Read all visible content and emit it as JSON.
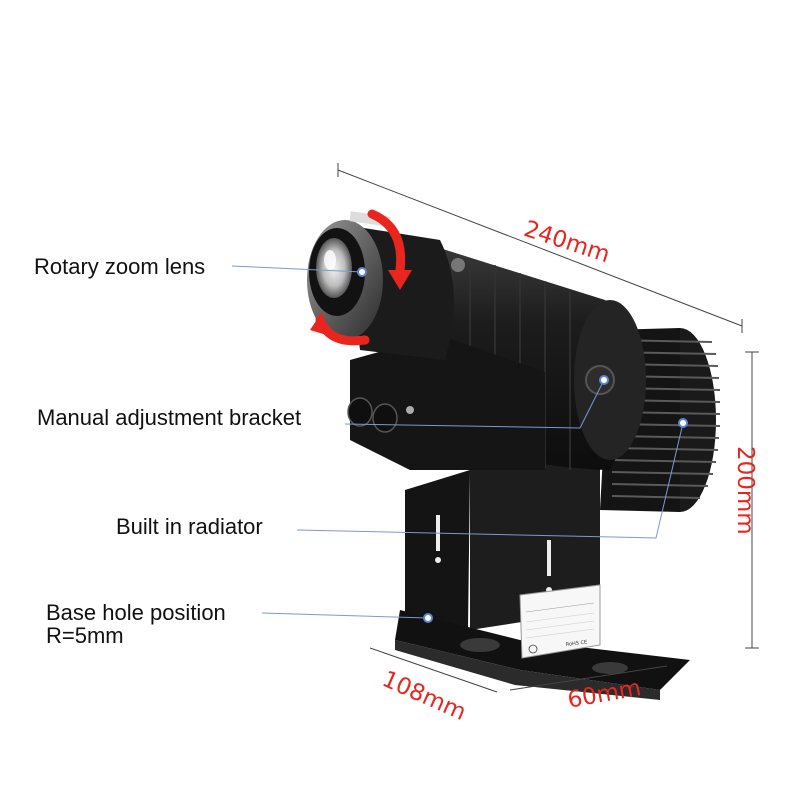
{
  "labels": {
    "lens": "Rotary zoom lens",
    "bracket": "Manual adjustment bracket",
    "radiator": "Built in radiator",
    "base_line1": "Base hole position",
    "base_line2": "R=5mm"
  },
  "dimensions": {
    "length": "240mm",
    "height": "200mm",
    "depth": "108mm",
    "width": "60mm"
  },
  "colors": {
    "dimension_text": "#e8261e",
    "callout_line": "#7a9ad0",
    "arrow": "#e8261e",
    "body": "#1a1a1a"
  }
}
